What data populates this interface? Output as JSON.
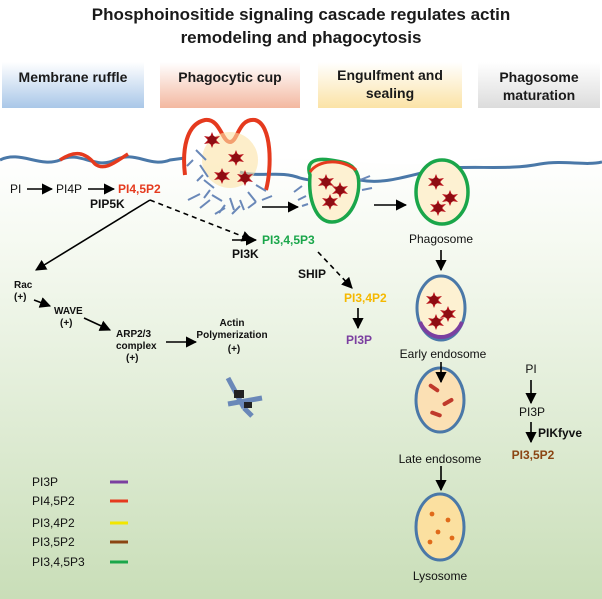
{
  "title": {
    "line1": "Phosphoinositide signaling cascade regulates actin",
    "line2": "remodeling and phagocytosis"
  },
  "stages": [
    {
      "label": "Membrane ruffle",
      "color": "#a9c7e8"
    },
    {
      "label": "Phagocytic cup",
      "color": "#f3b8a0"
    },
    {
      "label": "Engulfment and",
      "label2": "sealing",
      "color": "#fbe3a6"
    },
    {
      "label": "Phagosome",
      "label2": "maturation",
      "color": "#dcdcdc"
    }
  ],
  "pathway": {
    "pi": "PI",
    "pi4p": "PI4P",
    "pi45p2": "PI4,5P2",
    "pip5k": "PIP5K",
    "pi345p3": "PI3,4,5P3",
    "pi3k": "PI3K",
    "ship": "SHIP",
    "pi34p2": "PI3,4P2",
    "pi3p": "PI3P",
    "rac": "Rac",
    "rac_plus": "(+)",
    "wave": "WAVE",
    "wave_plus": "(+)",
    "arp_line1": "ARP2/3",
    "arp_line2": "complex",
    "arp_plus": "(+)",
    "actin_line1": "Actin",
    "actin_line2": "Polymerization",
    "actin_plus": "(+)"
  },
  "maturation": {
    "phagosome": "Phagosome",
    "early": "Early endosome",
    "late": "Late endosome",
    "lyso": "Lysosome",
    "pi": "PI",
    "pi3p": "PI3P",
    "pikfyve": "PIKfyve",
    "pi35p2": "PI3,5P2"
  },
  "legend": [
    {
      "label": "PI3P",
      "color": "#7b3fa0"
    },
    {
      "label": "PI4,5P2",
      "color": "#e53a1e"
    },
    {
      "label": "PI3,4P2",
      "color": "#f2e600"
    },
    {
      "label": "PI3,5P2",
      "color": "#8b4513"
    },
    {
      "label": "PI3,4,5P3",
      "color": "#1aa64a"
    }
  ],
  "colors": {
    "membrane": "#4a78a8",
    "pi45p2": "#e53a1e",
    "pi345p3": "#1aa64a",
    "pi34p2": "#f5b800",
    "pi3p": "#7b3fa0",
    "pi35p2": "#8b4513",
    "bacteria": "#b8121b",
    "vesicle_fill": "#fdf1d2",
    "vesicle_stroke": "#4a78a8"
  }
}
